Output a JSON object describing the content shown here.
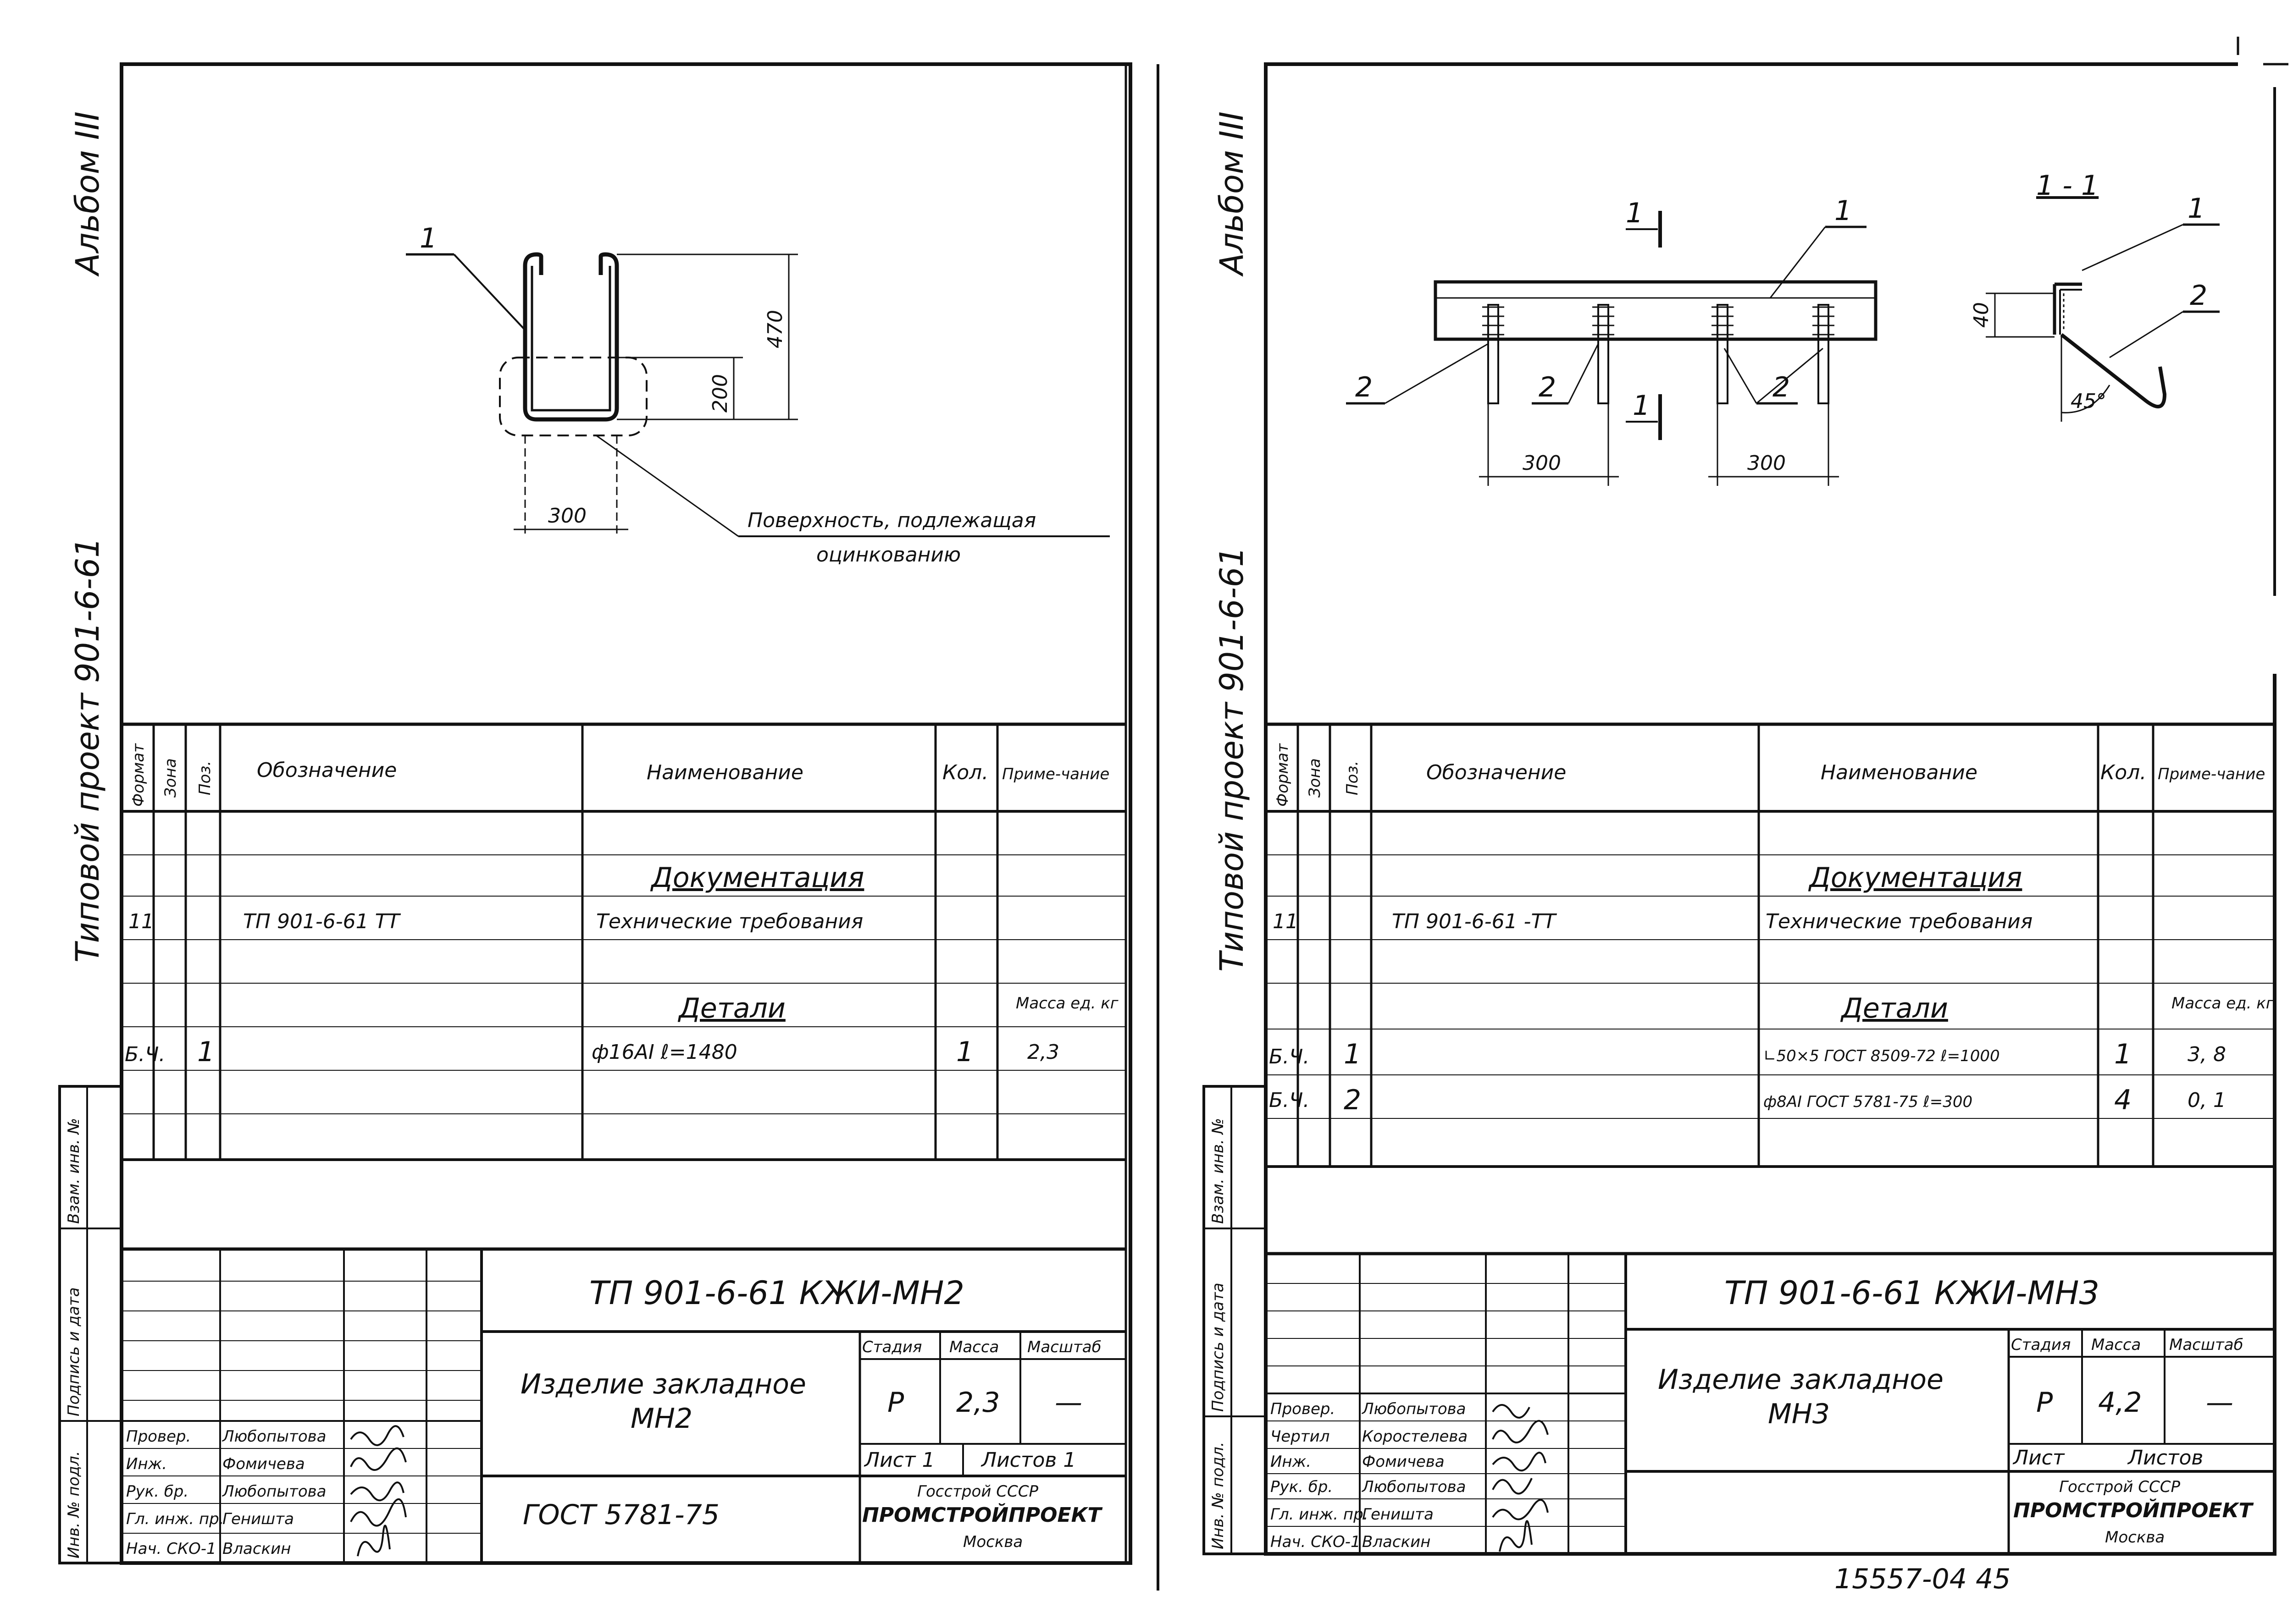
{
  "sheets": [
    {
      "album_label": "Альбом III",
      "project_label": "Типовой проект 901-6-61",
      "side_stamp": [
        "Инв. № подл.",
        "Подпись и дата",
        "Взам. инв. №"
      ],
      "drawing": {
        "callout_1": "1",
        "dim_470": "470",
        "dim_200": "200",
        "dim_300": "300",
        "surface_note_line1": "Поверхность, подлежащая",
        "surface_note_line2": "оцинкованию"
      },
      "spec_headers": [
        "Формат",
        "Зона",
        "Поз.",
        "Обозначение",
        "Наименование",
        "Кол.",
        "Приме-чание"
      ],
      "spec": {
        "documentation_heading": "Документация",
        "doc_row": {
          "format": "11",
          "designation": "ТП 901-6-61 ТТ",
          "name": "Технические требования"
        },
        "details_heading": "Детали",
        "mass_note": "Масса ед. кг",
        "rows": [
          {
            "format": "Б.Ч.",
            "pos": "1",
            "name": "ф16АI ℓ=1480",
            "qty": "1",
            "note": "2,3"
          }
        ]
      },
      "title_block": {
        "code": "ТП 901-6-61 КЖИ-МН2",
        "product_line1": "Изделие закладное",
        "product_line2": "МН2",
        "stage_label": "Стадия",
        "mass_label": "Масса",
        "scale_label": "Масштаб",
        "stage": "Р",
        "mass": "2,3",
        "scale": "—",
        "sheet_label": "Лист 1",
        "sheets_label": "Листов 1",
        "standard": "ГОСТ 5781-75",
        "org_line1": "Госстрой СССР",
        "org_line2": "ПРОМСТРОЙПРОЕКТ",
        "org_line3": "Москва",
        "signers": [
          {
            "role": "Провер.",
            "name": "Любопытова"
          },
          {
            "role": "Инж.",
            "name": "Фомичева"
          },
          {
            "role": "Рук. бр.",
            "name": "Любопытова"
          },
          {
            "role": "Гл. инж. пр.",
            "name": "Геништа"
          },
          {
            "role": "Нач. СКО-1",
            "name": "Власкин"
          }
        ]
      }
    },
    {
      "album_label": "Альбом III",
      "project_label": "Типовой проект 901-6-61",
      "side_stamp": [
        "Инв. № подл.",
        "Подпись и дата",
        "Взам. инв. №"
      ],
      "drawing": {
        "section_mark": "1",
        "callout_1": "1",
        "callout_2": "2",
        "dim_300_a": "300",
        "dim_300_b": "300",
        "section_title": "1 - 1",
        "dim_40": "40",
        "angle": "45°"
      },
      "spec_headers": [
        "Формат",
        "Зона",
        "Поз.",
        "Обозначение",
        "Наименование",
        "Кол.",
        "Приме-чание"
      ],
      "spec": {
        "documentation_heading": "Документация",
        "doc_row": {
          "format": "11",
          "designation": "ТП 901-6-61 -ТТ",
          "name": "Технические требования"
        },
        "details_heading": "Детали",
        "mass_note": "Масса ед. кг",
        "rows": [
          {
            "format": "Б.Ч.",
            "pos": "1",
            "name": "∟50×5 ГОСТ 8509-72 ℓ=1000",
            "qty": "1",
            "note": "3, 8"
          },
          {
            "format": "Б.Ч.",
            "pos": "2",
            "name": "ф8АI ГОСТ 5781-75 ℓ=300",
            "qty": "4",
            "note": "0, 1"
          }
        ]
      },
      "title_block": {
        "code": "ТП 901-6-61 КЖИ-МН3",
        "product_line1": "Изделие закладное",
        "product_line2": "МН3",
        "stage_label": "Стадия",
        "mass_label": "Масса",
        "scale_label": "Масштаб",
        "stage": "Р",
        "mass": "4,2",
        "scale": "—",
        "sheet_label": "Лист",
        "sheets_label": "Листов",
        "org_line1": "Госстрой СССР",
        "org_line2": "ПРОМСТРОЙПРОЕКТ",
        "org_line3": "Москва",
        "signers": [
          {
            "role": "Провер.",
            "name": "Любопытова"
          },
          {
            "role": "Чертил",
            "name": "Коростелева"
          },
          {
            "role": "Инж.",
            "name": "Фомичева"
          },
          {
            "role": "Рук. бр.",
            "name": "Любопытова"
          },
          {
            "role": "Гл. инж. пр.",
            "name": "Геништа"
          },
          {
            "role": "Нач. СКО-1",
            "name": "Власкин"
          }
        ]
      },
      "footer_number": "15557-04 45"
    }
  ]
}
